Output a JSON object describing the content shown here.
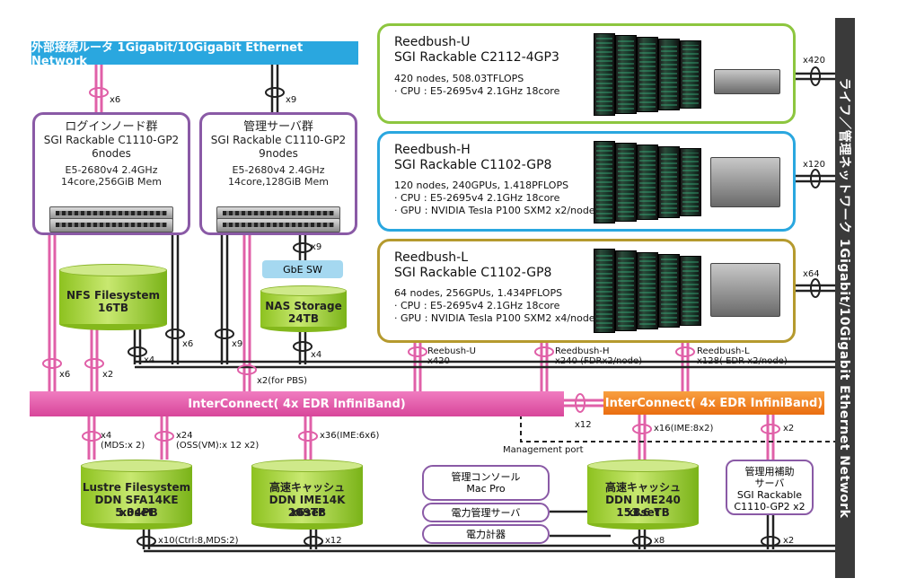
{
  "top_bar": "外部接続ルータ 1Gigabit/10Gigabit Ethernet Network",
  "side_bar": "ライフ／管理ネットワーク 1Gigabit/10Gigabit Ethernet Network",
  "interconnect_main": "InterConnect( 4x EDR InfiniBand)",
  "interconnect_sub": "InterConnect( 4x EDR InfiniBand)",
  "login": {
    "title": "ログインノード群",
    "model": "SGI Rackable C1110-GP2",
    "nodes": "6nodes",
    "cpu": "E5-2680v4 2.4GHz",
    "mem": "14core,256GiB Mem"
  },
  "mgmt": {
    "title": "管理サーバ群",
    "model": "SGI Rackable C1110-GP2",
    "nodes": "9nodes",
    "cpu": "E5-2680v4 2.4GHz",
    "mem": "14core,128GiB Mem"
  },
  "clusters": {
    "u": {
      "name": "Reedbush-U",
      "model": "SGI Rackable  C2112-4GP3",
      "spec": "420 nodes, 508.03TFLOPS",
      "cpu": "· CPU : E5-2695v4 2.1GHz 18core",
      "color": "#8dc63f"
    },
    "h": {
      "name": "Reedbush-H",
      "model": "SGI Rackable C1102-GP8",
      "spec": "120 nodes, 240GPUs, 1.418PFLOPS",
      "cpu": "· CPU : E5-2695v4 2.1GHz 18core",
      "gpu": "· GPU : NVIDIA Tesla P100 SXM2 x2/node",
      "color": "#2aa7df"
    },
    "l": {
      "name": "Reedbush-L",
      "model": "SGI Rackable C1102-GP8",
      "spec": "64 nodes, 256GPUs, 1.434PFLOPS",
      "cpu": "· CPU : E5-2695v4 2.1GHz 18core",
      "gpu": "· GPU : NVIDIA Tesla P100 SXM2 x4/node",
      "color": "#b59a2e"
    }
  },
  "storage": {
    "nfs": {
      "l1": "NFS Filesystem",
      "l2": "16TB"
    },
    "nas": {
      "l1": "NAS Storage",
      "l2": "24TB"
    },
    "gbe": "GbE SW",
    "lustre": {
      "l1": "Lustre Filesystem",
      "l2": "DDN SFA14KE x3set",
      "l3": "5.04PB"
    },
    "cache1": {
      "l1": "高速キャッシュ",
      "l2": "DDN IME14K x6set",
      "l3": "209TB"
    },
    "cache2": {
      "l1": "高速キャッシュ",
      "l2": "DDN IME240 x8set",
      "l3": "153.6 TB"
    }
  },
  "pills": {
    "console_l1": "管理コンソール",
    "console_l2": "Mac Pro",
    "power_server": "電力管理サーバ",
    "power_meter": "電力計器"
  },
  "aux": {
    "l1": "管理用補助",
    "l2": "サーバ",
    "l3": "SGI Rackable",
    "l4": "C1110-GP2 x2"
  },
  "labels": {
    "x6_top": "x6",
    "x9_top": "x9",
    "x9_gbe": "x9",
    "x4_nas": "x4",
    "x6_login": "x6",
    "x9_mgmt": "x9",
    "x4_nfs": "x4",
    "x6_bus": "x6",
    "x2_bus": "x2",
    "x2_pbs": "x2(for PBS)",
    "rb_u": "Reebush-U",
    "rb_u_n": "x420",
    "rb_h": "Reedbush-H",
    "rb_h_n": "x240 (FDRx2/node)",
    "rb_l": "Reedbush-L",
    "rb_l_n": "x128( EDR x2/node)",
    "x420": "x420",
    "x120": "x120",
    "x64": "x64",
    "x12": "x12",
    "mgmt_port": "Management port",
    "lus_x4": "x4",
    "lus_mds": "(MDS:x 2)",
    "lus_x24": "x24",
    "lus_oss": "(OSS(VM):x 12 x2)",
    "ime_x36": "x36(IME:6x6)",
    "ime_x16": "x16(IME:8x2)",
    "aux_x2": "x2",
    "bot_x10": "x10(Ctrl:8,MDS:2)",
    "bot_x12": "x12",
    "bot_x8": "x8",
    "bot_x2": "x2"
  }
}
